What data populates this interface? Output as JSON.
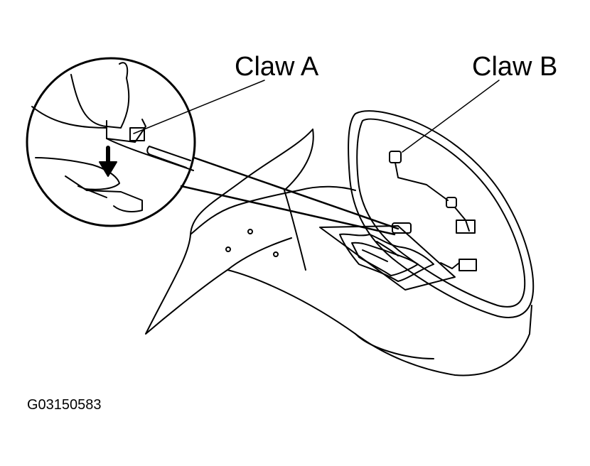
{
  "labels": {
    "claw_a": "Claw A",
    "claw_b": "Claw B",
    "figure_code": "G03150583"
  },
  "colors": {
    "line": "#000000",
    "background": "#ffffff"
  }
}
